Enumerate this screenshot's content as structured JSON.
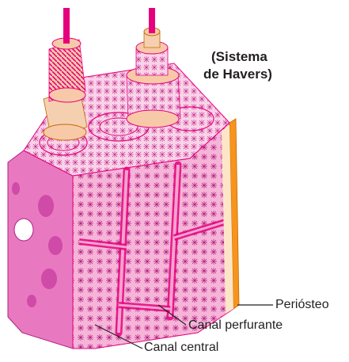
{
  "title": {
    "line1": "(Sistema",
    "line2": "de Havers)"
  },
  "labels": {
    "periosteo": "Periósteo",
    "canal_perfurante": "Canal perfurante",
    "canal_central": "Canal central"
  },
  "colors": {
    "magenta": "#e6007e",
    "bone_pink": "#f5a3cf",
    "light_pink": "#fbd3e8",
    "orange": "#f7941d",
    "cream": "#fde6c8",
    "marrow_pink": "#e879c0",
    "lacunae": "#b0207f"
  }
}
